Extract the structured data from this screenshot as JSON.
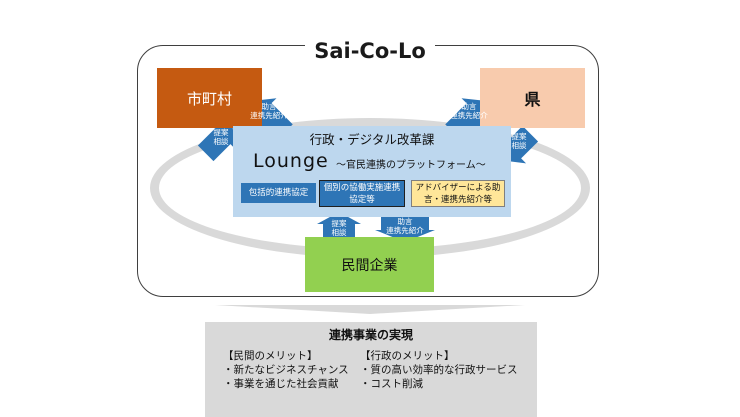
{
  "title": "Sai-Co-Lo",
  "nodes": {
    "city": "市町村",
    "prefecture": "県",
    "company": "民間企業"
  },
  "lounge": {
    "department": "行政・デジタル改革課",
    "name": "Lounge",
    "subtitle": "〜官民連携のプラットフォーム〜",
    "chips": [
      "包括的連携協定",
      "個別の協働実施連携協定等",
      "アドバイザーによる助言・連携先紹介等"
    ]
  },
  "arrows": {
    "advice": [
      "助言",
      "連携先紹介"
    ],
    "propose": [
      "提案",
      "相談"
    ]
  },
  "result": {
    "title": "連携事業の実現",
    "private_heading": "【民間のメリット】",
    "private_items": [
      "・新たなビジネスチャンス",
      "・事業を通じた社会貢献"
    ],
    "gov_heading": "【行政のメリット】",
    "gov_items": [
      "・質の高い効率的な行政サービス",
      "・コスト削減"
    ]
  },
  "colors": {
    "city": "#c55a11",
    "prefecture": "#f8cbad",
    "company": "#92d050",
    "lounge": "#bdd7ee",
    "arrow": "#2e75b6",
    "ring": "#d9d9d9"
  }
}
